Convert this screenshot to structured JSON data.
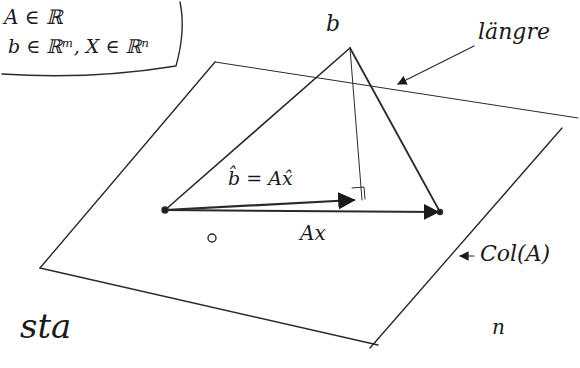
{
  "diagram": {
    "labels": [
      "A ∈ ℝ",
      "b ∈ ℝᵐ, X ∈ ℝⁿ",
      "b",
      "längre",
      "b̂ = Ax̂",
      "Ax",
      "Col(A)",
      "n",
      "sta"
    ]
  }
}
